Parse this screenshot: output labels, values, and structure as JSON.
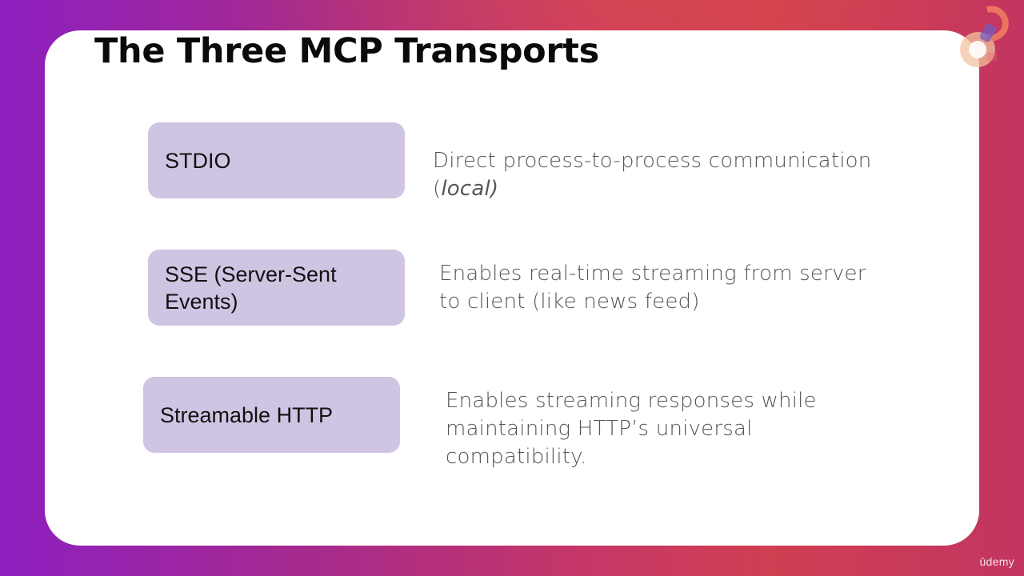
{
  "slide": {
    "title": "The Three MCP Transports",
    "transports": [
      {
        "name": "STDIO",
        "description_main": "Direct process-to-process communication",
        "description_open": "(",
        "description_italic": "local)"
      },
      {
        "name_line1": "SSE (Server-Sent",
        "name_line2": "Events)",
        "description_line1": "Enables real-time streaming from server",
        "description_line2": "to client (like news feed)"
      },
      {
        "name": "Streamable HTTP",
        "description_line1": "Enables streaming responses while",
        "description_line2": "maintaining HTTP’s universal",
        "description_line3": "compatibility."
      }
    ]
  },
  "watermark": {
    "brand": "ūdemy"
  },
  "colors": {
    "pill_fill": "#d0c4e3",
    "slide_bg": "#ffffff",
    "title": "#0a0a0a",
    "description": "#555555",
    "bg_gradient_start": "#8e1fc0",
    "bg_gradient_end": "#cf3f52"
  }
}
